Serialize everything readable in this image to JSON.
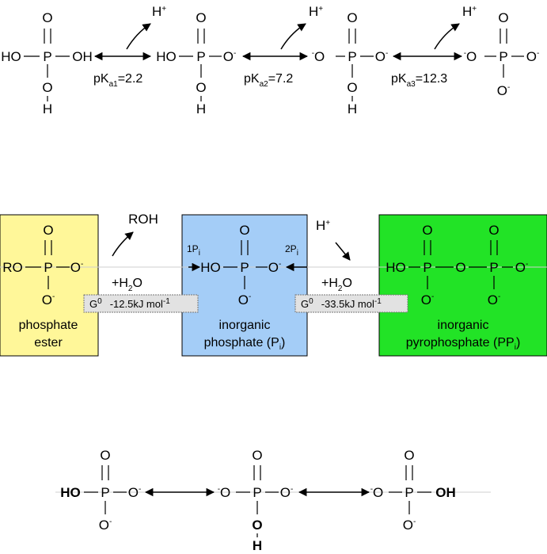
{
  "top_row": {
    "species1": {
      "o_top": "O",
      "left": "HO",
      "p": "P",
      "right": "OH",
      "o_bottom": "O",
      "h_bottom": "H"
    },
    "species2": {
      "o_top": "O",
      "left": "HO",
      "p": "P",
      "right": "O",
      "right_charge": "-",
      "o_bottom": "O",
      "h_bottom": "H"
    },
    "species3": {
      "o_top": "O",
      "left_charge": "-",
      "left": "O",
      "p": "P",
      "right": "O",
      "right_charge": "-",
      "o_bottom": "O",
      "h_bottom": "H"
    },
    "species4": {
      "o_top": "O",
      "left_charge": "-",
      "left": "O",
      "p": "P",
      "right": "O",
      "right_charge": "-",
      "o_bottom": "O",
      "bottom_charge": "-"
    },
    "equilibria": [
      {
        "proton": "H",
        "proton_charge": "+",
        "pk": "pK",
        "sub": "a1",
        "value": "=2.2"
      },
      {
        "proton": "H",
        "proton_charge": "+",
        "pk": "pK",
        "sub": "a2",
        "value": "=7.2"
      },
      {
        "proton": "H",
        "proton_charge": "+",
        "pk": "pK",
        "sub": "a3",
        "value": "=12.3"
      }
    ]
  },
  "middle_row": {
    "colors": {
      "ester": "#fff799",
      "pi": "#a4cdf7",
      "ppi": "#22e326"
    },
    "ester": {
      "o_top": "O",
      "left": "RO",
      "p": "P",
      "right": "O",
      "right_charge": "-",
      "o_bottom": "O",
      "bottom_charge": "-",
      "caption1": "phosphate",
      "caption2": "ester"
    },
    "pi": {
      "coeff": "1P",
      "coeff_sub": "i",
      "o_top": "O",
      "left": "HO",
      "p": "P",
      "right": "O",
      "right_charge": "-",
      "o_bottom": "O",
      "bottom_charge": "-",
      "caption1": "inorganic",
      "caption2": "phosphate (P",
      "caption2_sub": "i",
      "caption2_end": ")"
    },
    "ppi": {
      "coeff": "2P",
      "coeff_sub": "i",
      "o_top1": "O",
      "o_top2": "O",
      "left": "HO",
      "p1": "P",
      "bridge": "O",
      "p2": "P",
      "right": "O",
      "right_charge": "-",
      "o_bottom1": "O",
      "bottom1_charge": "-",
      "o_bottom2": "O",
      "bottom2_charge": "-",
      "caption1": "inorganic",
      "caption2": "pyrophosphate (PP",
      "caption2_sub": "i",
      "caption2_end": ")"
    },
    "roh": "ROH",
    "proton": "H",
    "proton_charge": "+",
    "water1": {
      "plus": "+H",
      "sub": "2",
      "o": "O"
    },
    "water2": {
      "plus": "+H",
      "sub": "2",
      "o": "O"
    },
    "dg1": {
      "g": "G",
      "sup": "0",
      "value": "-12.5kJ mol",
      "unit_sup": "-1"
    },
    "dg2": {
      "g": "G",
      "sup": "0",
      "value": "-33.5kJ mol",
      "unit_sup": "-1"
    }
  },
  "bottom_row": {
    "species1": {
      "o_top": "O",
      "left": "HO",
      "p": "P",
      "right": "O",
      "right_charge": "-",
      "o_bottom": "O",
      "bottom_charge": "-"
    },
    "species2": {
      "o_top": "O",
      "left_charge": "-",
      "left": "O",
      "p": "P",
      "right": "O",
      "right_charge": "-",
      "o_bottom": "O",
      "h_bottom": "H"
    },
    "species3": {
      "o_top": "O",
      "left_charge": "-",
      "left": "O",
      "p": "P",
      "right": "OH",
      "o_bottom": "O",
      "bottom_charge": "-"
    }
  }
}
